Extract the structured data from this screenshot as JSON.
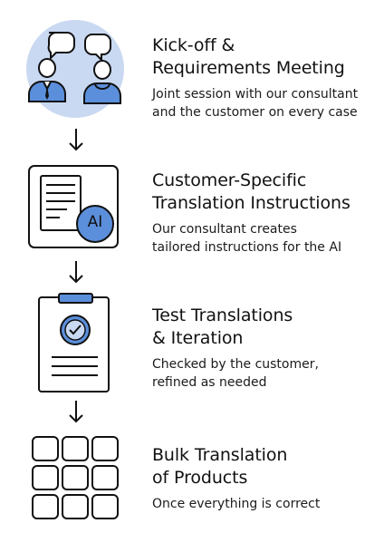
{
  "colors": {
    "accent_blue": "#5b8fdb",
    "light_blue": "#c9d9f2",
    "stroke": "#111111",
    "background": "#ffffff"
  },
  "steps": [
    {
      "icon": "meeting-icon",
      "title": "Kick-off &\nRequirements Meeting",
      "desc": "Joint session with our consultant\nand the customer on every case"
    },
    {
      "icon": "ai-document-icon",
      "badge": "AI",
      "title": "Customer-Specific\nTranslation Instructions",
      "desc": "Our consultant creates\ntailored instructions for the AI"
    },
    {
      "icon": "clipboard-check-icon",
      "title": "Test Translations\n& Iteration",
      "desc": "Checked by the customer,\nrefined as needed"
    },
    {
      "icon": "grid-icon",
      "title": "Bulk Translation\nof Products",
      "desc": "Once everything is correct"
    }
  ]
}
